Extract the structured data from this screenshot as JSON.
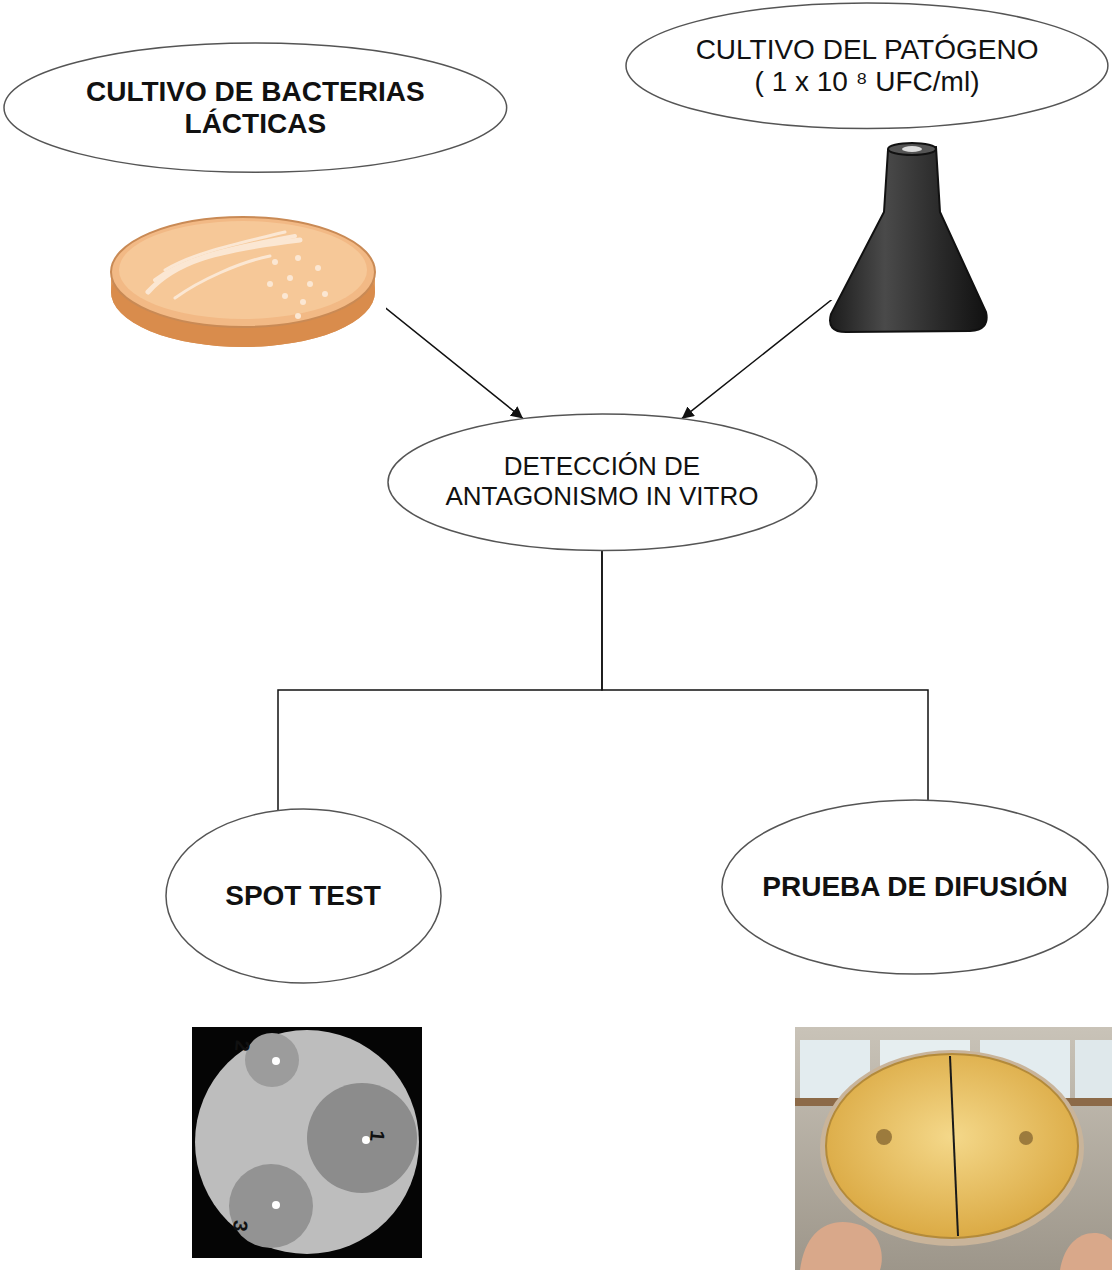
{
  "diagram": {
    "nodes": [
      {
        "text": [
          "CULTIVO DE BACTERIAS LÁCTICAS"
        ]
      },
      {
        "text": [
          "CULTIVO DEL PATÓGENO ( 1 x 10 ⁸ UFC/ml)"
        ]
      },
      {
        "text": [
          "DETECCIÓN DE ANTAGONISMO IN VITRO"
        ]
      },
      {
        "text": [
          "SPOT TEST"
        ]
      },
      {
        "text": [
          "PRUEBA DE DIFUSIÓN"
        ]
      }
    ],
    "edges": [
      {
        "from": 0,
        "to": 2,
        "arrow": "to"
      },
      {
        "from": 1,
        "to": 2,
        "arrow": "to"
      },
      {
        "from": 2,
        "to": 3,
        "arrow": "none"
      },
      {
        "from": 2,
        "to": 4,
        "arrow": "none"
      }
    ],
    "labels": [
      "2",
      "1",
      "3"
    ]
  }
}
